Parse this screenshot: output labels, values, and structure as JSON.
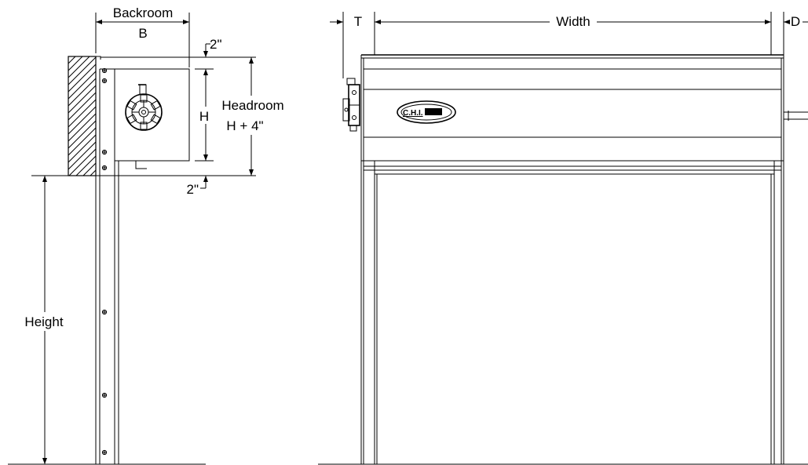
{
  "side_view": {
    "backroom_label": "Backroom",
    "backroom_dim": "B",
    "top_clearance": "2\"",
    "hood_height": "H",
    "headroom_label": "Headroom",
    "headroom_dim": "H + 4\"",
    "bottom_clearance": "2\"",
    "height_label": "Height"
  },
  "front_view": {
    "t_dim": "T",
    "width_label": "Width",
    "d_dim": "D",
    "logo_text": "C.H.I."
  },
  "colors": {
    "line": "#000000",
    "background": "#ffffff"
  }
}
